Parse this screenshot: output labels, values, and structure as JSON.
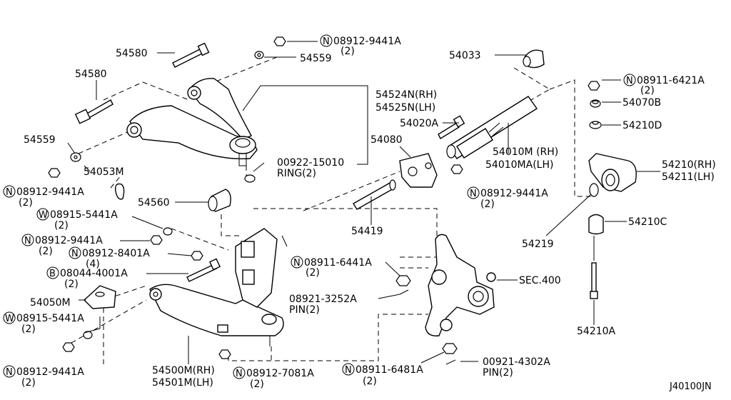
{
  "diagram_id": "J40100JN",
  "callouts": {
    "n08912_9441A_top": {
      "prefix": "N",
      "code": "08912-9441A",
      "qty": "(2)"
    },
    "p54580_top": "54580",
    "p54559_top": "54559",
    "p54033": "54033",
    "p54580_left": "54580",
    "p54524N": "54524N(RH)",
    "p54525N": "54525N(LH)",
    "p54020A": "54020A",
    "p54080": "54080",
    "p54010M": "54010M (RH)",
    "p54010MA": "54010MA(LH)",
    "p54559_left": "54559",
    "p54053M": "54053M",
    "p00922": "00922-15010",
    "ring2": "RING(2)",
    "n08912_9441A_left": {
      "prefix": "N",
      "code": "08912-9441A",
      "qty": "(2)"
    },
    "n08912_9441A_mid": {
      "prefix": "N",
      "code": "08912-9441A",
      "qty": "(2)"
    },
    "p54560": "54560",
    "w08915_5441A_a": {
      "prefix": "W",
      "code": "08915-5441A",
      "qty": "(2)"
    },
    "n08912_9441A_c": {
      "prefix": "N",
      "code": "08912-9441A",
      "qty": "(2)"
    },
    "n08912_8401A": {
      "prefix": "N",
      "code": "08912-8401A",
      "qty": "(4)"
    },
    "b08044_4001A": {
      "prefix": "B",
      "code": "08044-4001A",
      "qty": "(2)"
    },
    "p54050M": "54050M",
    "w08915_5441A_b": {
      "prefix": "W",
      "code": "08915-5441A",
      "qty": "(2)"
    },
    "n08912_9441A_bottom": {
      "prefix": "N",
      "code": "08912-9441A",
      "qty": "(2)"
    },
    "p54500M": "54500M(RH)",
    "p54501M": "54501M(LH)",
    "n08912_7081A": {
      "prefix": "N",
      "code": "08912-7081A",
      "qty": "(2)"
    },
    "p54419": "54419",
    "n08911_6441A": {
      "prefix": "N",
      "code": "08911-6441A",
      "qty": "(2)"
    },
    "p08921": "08921-3252A",
    "pin2_a": "PIN(2)",
    "n08911_6481A": {
      "prefix": "N",
      "code": "08911-6481A",
      "qty": "(2)"
    },
    "p00921": "00921-4302A",
    "pin2_b": "PIN(2)",
    "sec400": "SEC.400",
    "n08911_6421A": {
      "prefix": "N",
      "code": "08911-6421A",
      "qty": "(2)"
    },
    "p54070B": "54070B",
    "p54210D": "54210D",
    "p54210RH": "54210(RH)",
    "p54211LH": "54211(LH)",
    "p54219": "54219",
    "p54210C": "54210C",
    "p54210A": "54210A"
  }
}
